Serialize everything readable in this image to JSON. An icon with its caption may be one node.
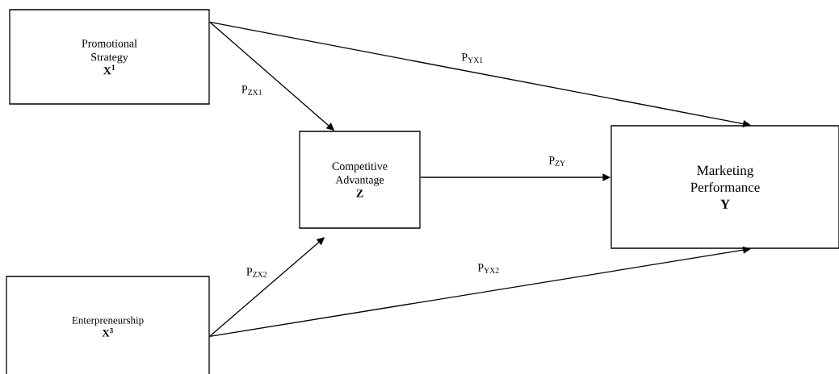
{
  "diagram": {
    "nodes": [
      {
        "text": [
          "Promotional Strategy",
          "X$^{1}$"
        ]
      },
      {
        "text": [
          "Competitive Advantage",
          "Z"
        ]
      },
      {
        "text": [
          "Marketing Performance",
          "Y"
        ]
      },
      {
        "text": [
          "Enterpreneurship",
          "X$^{3}$"
        ]
      }
    ],
    "edges": [
      {
        "from": 0,
        "to": 2,
        "arrow": "to",
        "label": "P$_{YX1}$"
      },
      {
        "from": 0,
        "to": 1,
        "arrow": "to",
        "label": "P$_{ZX1}$"
      },
      {
        "from": 1,
        "to": 2,
        "arrow": "to",
        "label": "P$_{ZY}$"
      },
      {
        "from": 3,
        "to": 1,
        "arrow": "to",
        "label": "P$_{ZX2}$"
      },
      {
        "from": 3,
        "to": 2,
        "arrow": "to",
        "label": "P$_{YX2}$"
      }
    ]
  }
}
